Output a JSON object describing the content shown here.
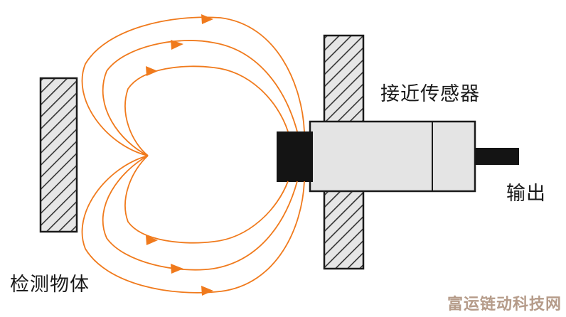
{
  "labels": {
    "sensor": "接近传感器",
    "output": "输出",
    "object": "检测物体"
  },
  "watermark": "富运链动科技网",
  "colors": {
    "field_line": "#f07a1c",
    "hatch": "#333333",
    "hatch_fill": "#e6e6e6",
    "sensor_head": "#141414",
    "sensor_body": "#e4e4e4",
    "cable": "#141414",
    "label_text": "#1a1a1a"
  },
  "icons": {
    "field_arrow": "arrowhead-icon"
  }
}
